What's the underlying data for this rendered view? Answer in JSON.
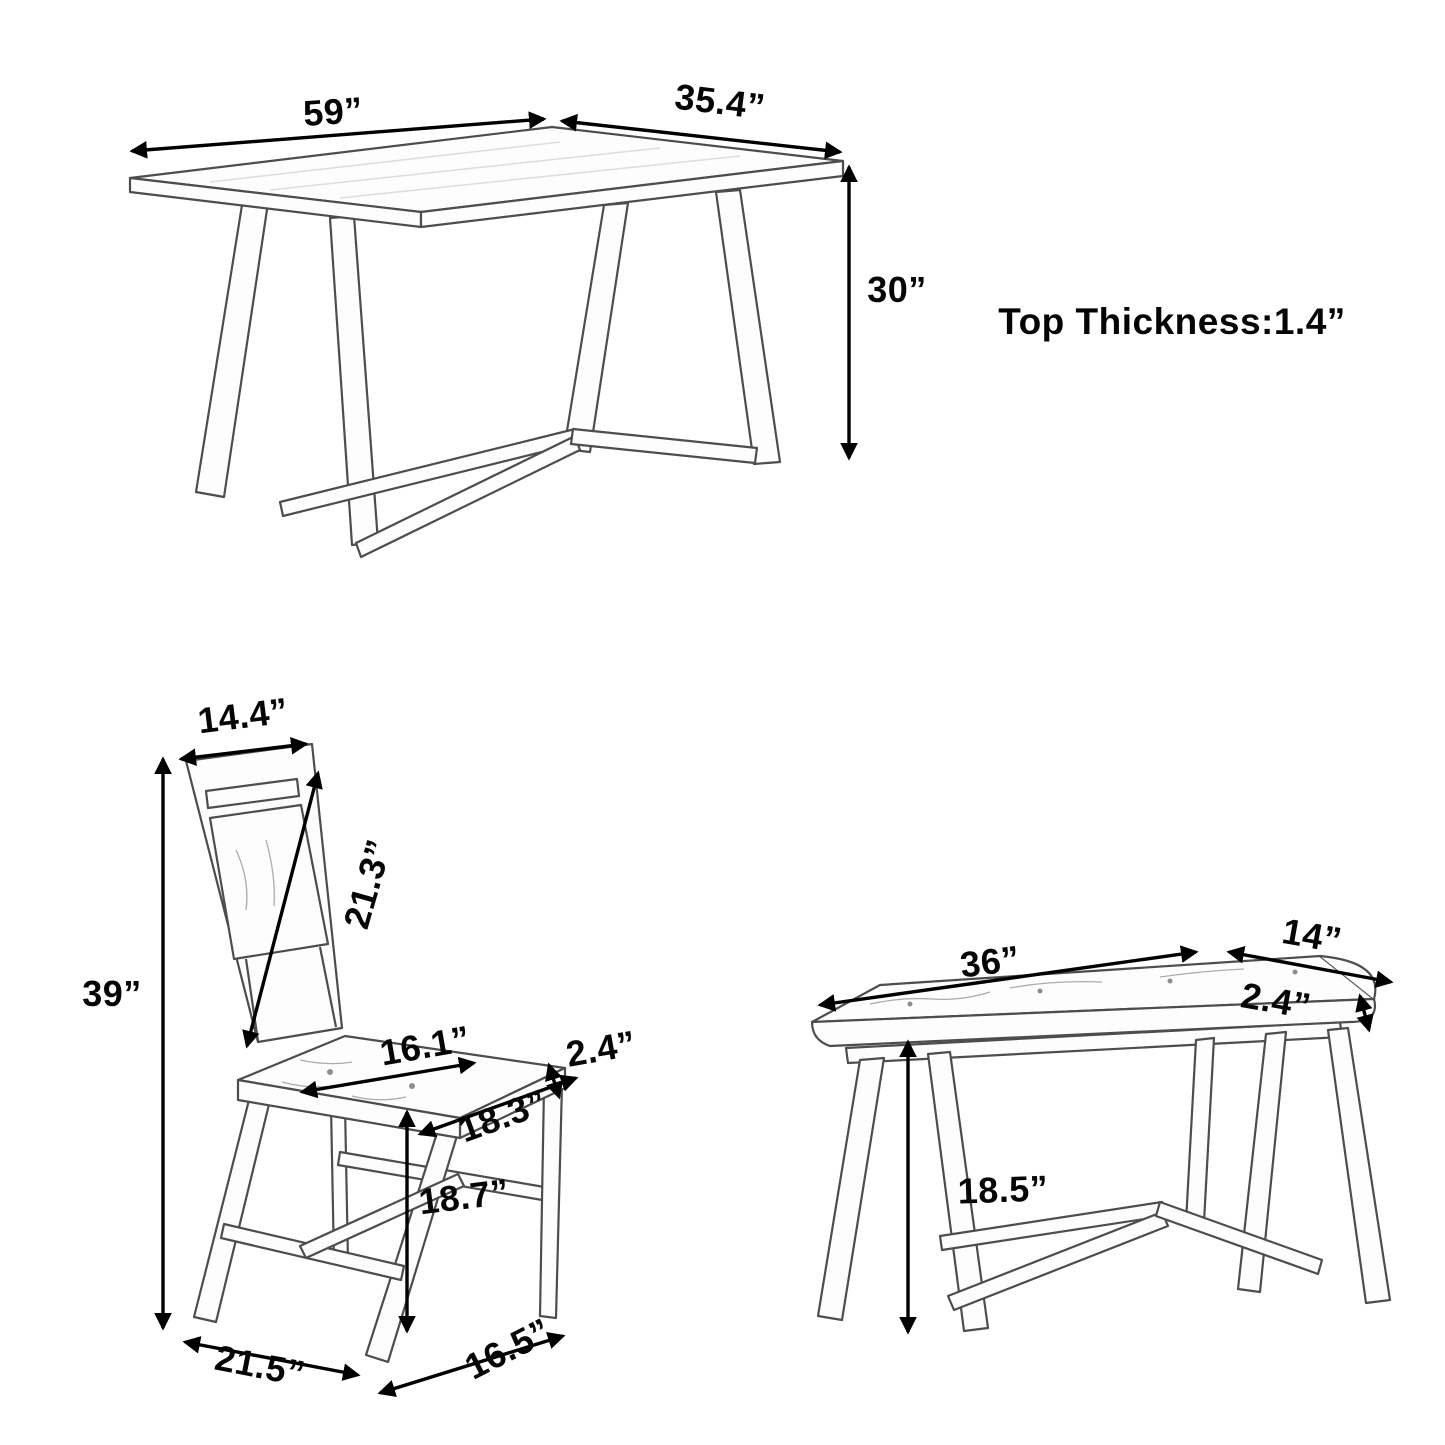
{
  "diagram": {
    "table": {
      "length_label": "59”",
      "depth_label": "35.4”",
      "height_label": "30”",
      "thickness_label": "Top Thickness:1.4”"
    },
    "chair": {
      "back_width_label": "14.4”",
      "back_height_label": "21.3”",
      "overall_height_label": "39”",
      "seat_width_label": "16.1”",
      "seat_thickness_label": "2.4”",
      "seat_depth_label": "18.3”",
      "seat_height_label": "18.7”",
      "base_depth_label": "21.5”",
      "base_width_label": "16.5”"
    },
    "bench": {
      "length_label": "36”",
      "depth_label": "14”",
      "cushion_thickness_label": "2.4”",
      "height_label": "18.5”"
    }
  },
  "style": {
    "background": "#ffffff",
    "dimension_line_color": "#000000",
    "sketch_line_color": "#4d4d4d",
    "cushion_color": "#d6d6d6"
  }
}
